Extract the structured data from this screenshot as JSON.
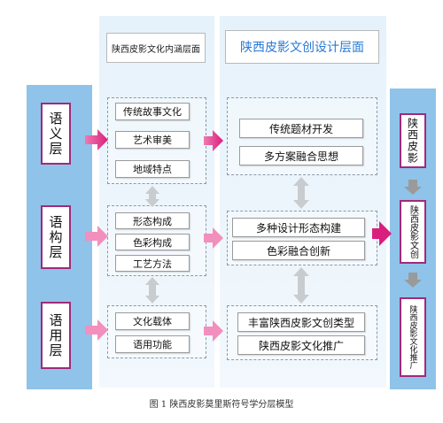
{
  "headers": {
    "left": "陕西皮影文化内涵层面",
    "right": "陕西皮影文创设计层面"
  },
  "levels": [
    "语义层",
    "语构层",
    "语用层"
  ],
  "culture_groups": [
    [
      "传统故事文化",
      "艺术审美",
      "地域特点"
    ],
    [
      "形态构成",
      "色彩构成",
      "工艺方法"
    ],
    [
      "文化载体",
      "语用功能"
    ]
  ],
  "design_groups": [
    [
      "传统题材开发",
      "多方案融合思想"
    ],
    [
      "多种设计形态构建",
      "色彩融合创新"
    ],
    [
      "丰富陕西皮影文创类型",
      "陕西皮影文化推广"
    ]
  ],
  "outputs": [
    "陕西皮影",
    "陕西皮影文创",
    "陕西皮影文化推广"
  ],
  "caption": "图 1 陕西皮影莫里斯符号学分层模型",
  "colors": {
    "arrow": "#e8478f",
    "accent_border": "#a02a7a",
    "bar": "#8fc3ea"
  }
}
